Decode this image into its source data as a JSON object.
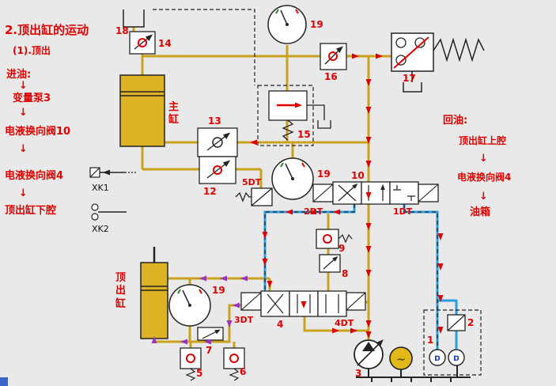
{
  "left": {
    "title": "2.顶出缸的运动",
    "subtitle": "(1).顶出",
    "flow_label": "进油:",
    "arrow": "↓",
    "steps": [
      "变量泵3",
      "电液换向阀10",
      "电液换向阀4",
      "顶出缸下腔"
    ]
  },
  "right": {
    "flow_label": "回油:",
    "arrow": "↓",
    "steps": [
      "顶出缸上腔",
      "电液换向阀4",
      "油箱"
    ]
  },
  "labels": {
    "c18": "18",
    "c14": "14",
    "c19": "19",
    "c16": "16",
    "c17": "17",
    "c13": "13",
    "c15": "15",
    "c12": "12",
    "c10": "10",
    "c9": "9",
    "c8": "8",
    "c7": "7",
    "c5": "5",
    "c6": "6",
    "c4": "4",
    "c3": "3",
    "c1": "1",
    "c2": "2",
    "dt1": "1DT",
    "dt2": "2DT",
    "dt3": "3DT",
    "dt4": "4DT",
    "dt5": "5DT",
    "xk1": "XK1",
    "xk2": "XK2",
    "main_cyl": "主缸",
    "ejector_cyl": "顶出缸",
    "motor": "~",
    "d": "D"
  },
  "colors": {
    "line_yellow": "#c9a21d",
    "line_blue": "#2a9de0",
    "arrow_red": "#e00000",
    "arrow_purple": "#9933bb",
    "text_red": "#e00000",
    "cylinder_fill": "#dcb324",
    "background": "#e9e9e9"
  }
}
